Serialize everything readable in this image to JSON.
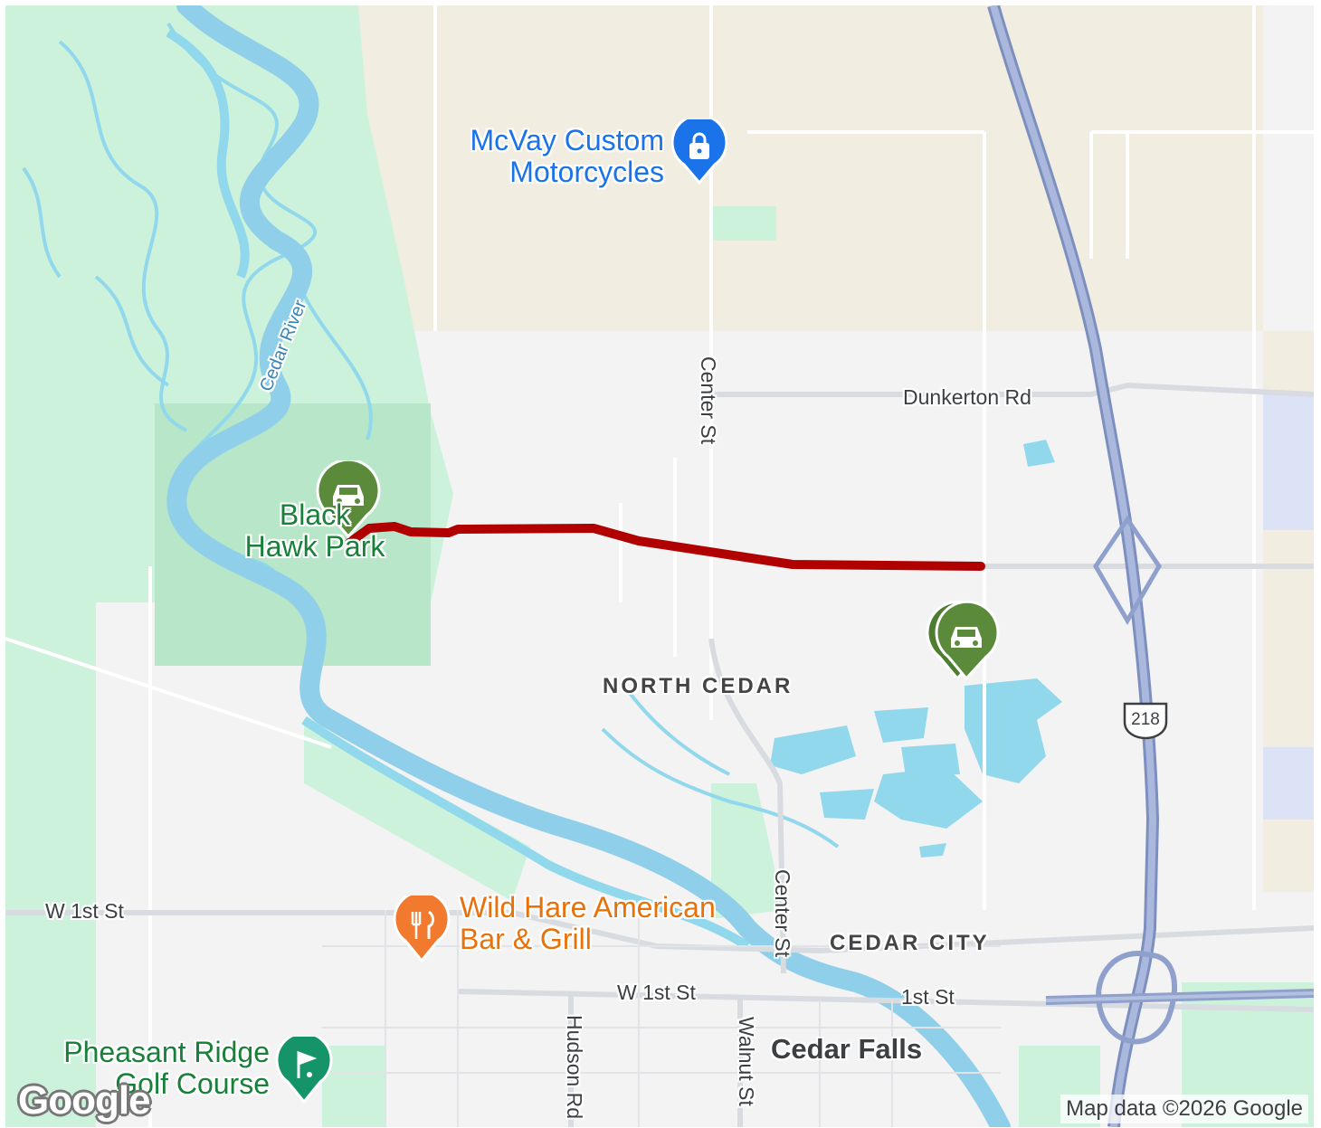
{
  "map": {
    "colors": {
      "land": "#f3f3f4",
      "farmland": "#f1ede1",
      "park": "#cdf2dc",
      "park_dark": "#b7e6c8",
      "water": "#91d8ec",
      "water_wide": "#8fcfe9",
      "road": "#ffffff",
      "road_edge": "#d8dbe0",
      "highway": "#9fb0d6",
      "highway_edge": "#7d8fbe",
      "route": "#b00000",
      "park_marker": "#5a8a3a",
      "shop_marker": "#1a73e8",
      "food_marker": "#f27a2f",
      "golf_marker": "#15946a",
      "lavender": "#dde3f7"
    },
    "route": {
      "name": ""
    },
    "roads": {
      "dunkerton": "Dunkerton Rd",
      "center_st_north": "Center St",
      "center_st_south": "Center St",
      "w1st_west": "W 1st St",
      "w1st_middle": "W 1st St",
      "first_st_east": "1st St",
      "hudson": "Hudson Rd",
      "walnut": "Walnut St",
      "highway_shield": "218"
    },
    "water_labels": {
      "river": "Cedar River"
    },
    "neighborhoods": {
      "north_cedar": "NORTH CEDAR",
      "cedar_city": "CEDAR CITY"
    },
    "cities": {
      "cedar_falls": "Cedar Falls"
    },
    "pois": {
      "mcvay_line1": "McVay Custom",
      "mcvay_line2": "Motorcycles",
      "mcvay_icon": "shopping-bag-icon",
      "blackhawk_line1": "Black",
      "blackhawk_line2": "Hawk Park",
      "blackhawk_icon": "car-icon",
      "east_park_icon": "car-icon",
      "wildhare_line1": "Wild Hare American",
      "wildhare_line2": "Bar & Grill",
      "wildhare_icon": "fork-knife-icon",
      "pheasant_line1": "Pheasant Ridge",
      "pheasant_line2": "Golf Course",
      "pheasant_icon": "golf-icon"
    },
    "logo": "Google",
    "attribution": "Map data ©2026 Google"
  }
}
